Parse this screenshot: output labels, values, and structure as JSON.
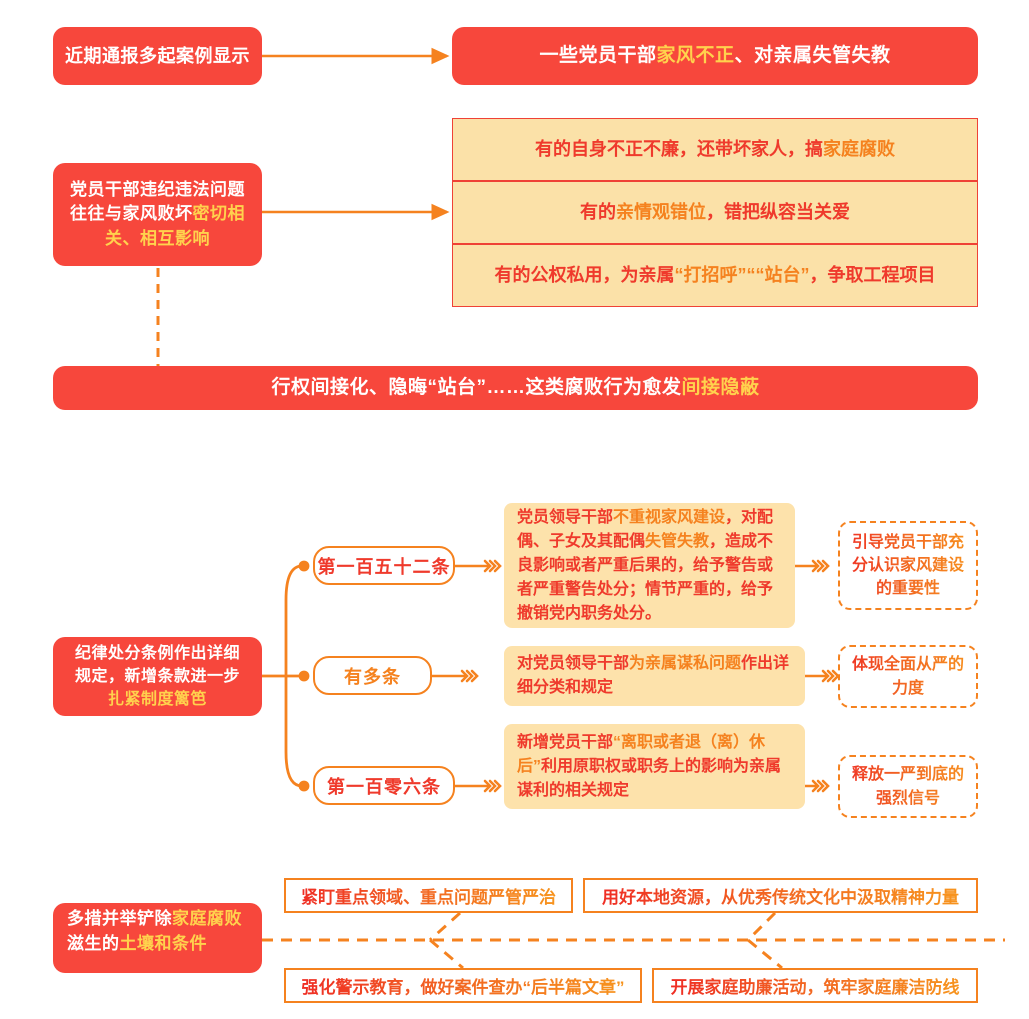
{
  "theme": {
    "red": "#f7473c",
    "red_text": "#ef3a2c",
    "orange": "#f5821f",
    "yellow_text": "#ffd24d",
    "cream": "#fbe1a8",
    "white": "#ffffff"
  },
  "section_top": {
    "source_pill": "近期通报多起案例显示",
    "headline": {
      "part1": "一些党员干部",
      "highlight": "家风不正",
      "part2": "、对亲属失管失教"
    },
    "left_card": {
      "line1": "党员干部违纪违法问题",
      "line2_plain": "往往与家风败坏",
      "line2_highlight": "密切相",
      "line3_highlight": "关、相互影响"
    },
    "detail_rows": [
      {
        "plain1": "有的自身不正不廉，还带坏家人，搞",
        "highlight": "家庭腐败",
        "plain2": ""
      },
      {
        "plain1": "有的",
        "highlight": "亲情观错位",
        "plain2": "，错把纵容当关爱"
      },
      {
        "plain1": "有的公权私用，为亲属",
        "highlight": "“打招呼”““站台”",
        "plain2": "，争取工程项目"
      }
    ],
    "banner": {
      "plain": "行权间接化、隐晦“站台”……这类腐败行为愈发",
      "highlight": "间接隐蔽"
    }
  },
  "section_mid": {
    "left_card": {
      "line1": "纪律处分条例作出详细",
      "line2": "规定，新增条款进一步",
      "line3_highlight": "扎紧制度篱笆"
    },
    "branches": [
      {
        "label": "第一百五十二条",
        "label_color": "red",
        "content": [
          {
            "t": "党员领导干部",
            "c": "r"
          },
          {
            "t": "不重视家风建设",
            "c": "o"
          },
          {
            "t": "，对配偶、子女及其配偶",
            "c": "r"
          },
          {
            "t": "失管失教",
            "c": "o"
          },
          {
            "t": "，造成不良影响或者严重后果的，给予警告或者严重警告处分；情节严重的，给予撤销党内职务处分。",
            "c": "r"
          }
        ],
        "callout": "引导党员干部充分认识家风建设的重要性"
      },
      {
        "label": "有多条",
        "label_color": "orange",
        "content": [
          {
            "t": "对党员领导干部",
            "c": "r"
          },
          {
            "t": "为亲属谋私问题",
            "c": "o"
          },
          {
            "t": "作出详细分类和规定",
            "c": "r"
          }
        ],
        "callout": "体现全面从严的力度"
      },
      {
        "label": "第一百零六条",
        "label_color": "red",
        "content": [
          {
            "t": "新增党员干部",
            "c": "r"
          },
          {
            "t": "“离职或者退（离）休后”",
            "c": "o"
          },
          {
            "t": "利用原职权或职务上的影响为亲属谋利的相关规定",
            "c": "r"
          }
        ],
        "callout": "释放一严到底的强烈信号"
      }
    ]
  },
  "section_bottom": {
    "left_card": {
      "plain1": "多措并举铲除",
      "highlight1": "家庭腐败",
      "plain2": "滋生的",
      "highlight2": "土壤和条件"
    },
    "measures_top": [
      "紧盯重点领域、重点问题严管严治",
      "用好本地资源，从优秀传统文化中汲取精神力量"
    ],
    "measures_bottom": [
      "强化警示教育，做好案件查办“后半篇文章”",
      "开展家庭助廉活动，筑牢家庭廉洁防线"
    ]
  },
  "icons": {
    "arrow_right": "arrow-right-icon",
    "chevron_triple": "triple-chevron-icon",
    "branch_dot": "branch-dot-icon"
  }
}
